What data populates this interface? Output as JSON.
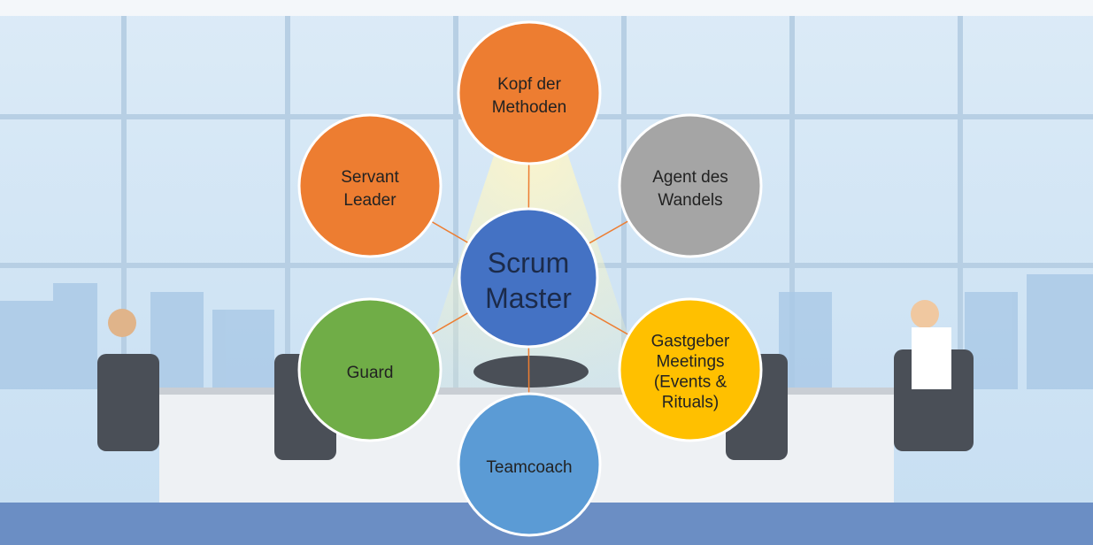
{
  "diagram": {
    "center": {
      "lines": [
        "Scrum",
        "Master"
      ],
      "color": "#4472C4"
    },
    "nodes": [
      {
        "id": "kopf",
        "lines": [
          "Kopf der",
          "Methoden"
        ],
        "color": "#ED7D31"
      },
      {
        "id": "agent",
        "lines": [
          "Agent des",
          "Wandels"
        ],
        "color": "#A5A5A5"
      },
      {
        "id": "gastgeber",
        "lines": [
          "Gastgeber",
          "Meetings",
          "(Events &",
          "Rituals)"
        ],
        "color": "#FFC000"
      },
      {
        "id": "teamcoach",
        "lines": [
          "Teamcoach"
        ],
        "color": "#5B9BD5"
      },
      {
        "id": "guard",
        "lines": [
          "Guard"
        ],
        "color": "#70AD47"
      },
      {
        "id": "servant",
        "lines": [
          "Servant",
          "Leader"
        ],
        "color": "#ED7D31"
      }
    ],
    "connector_color": "#ED7D31"
  }
}
